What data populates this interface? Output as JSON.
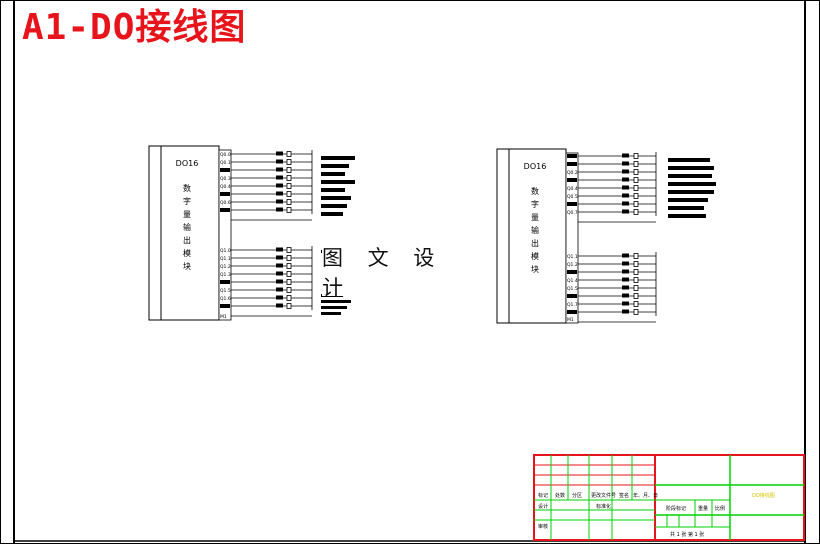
{
  "title": "A1-DO接线图",
  "watermark": "图 文 设 计",
  "colors": {
    "title": "#e8141b",
    "titleblock_red": "#e8141b",
    "titleblock_green": "#00d200",
    "accent_yellow": "#d8c400"
  },
  "modules": [
    {
      "id": "module-left",
      "label": "DO16",
      "description": [
        "数",
        "字",
        "量",
        "输",
        "出",
        "模",
        "块"
      ],
      "group1_labels": [
        "Q0.0",
        "Q0.1",
        "",
        "Q0.3",
        "Q0.4",
        "",
        "Q0.6",
        ""
      ],
      "group2_labels": [
        "Q1.0",
        "Q1.1",
        "Q1.2",
        "Q1.3",
        "",
        "Q1.5",
        "Q1.6",
        ""
      ],
      "ground_label": "M1"
    },
    {
      "id": "module-right",
      "label": "DO16",
      "description": [
        "数",
        "字",
        "量",
        "输",
        "出",
        "模",
        "块"
      ],
      "group1_labels": [
        "",
        "",
        "Q0.2",
        "",
        "Q0.4",
        "Q0.5",
        "",
        "Q0.7"
      ],
      "group2_labels": [
        "Q1.1",
        "Q1.2",
        "",
        "Q1.4",
        "Q1.5",
        "",
        "Q1.7",
        ""
      ],
      "ground_label": "M1"
    }
  ],
  "title_block": {
    "row_labels": [
      "标记",
      "处数",
      "分区",
      "更改文件号",
      "签名",
      "年、月、日"
    ],
    "design_label": "设计",
    "standard_label": "标准化",
    "review_label": "审核",
    "stage_label": "阶段标记",
    "weight_label": "重量",
    "scale_label": "比例",
    "sheet_info": "共 1 张   第 1 张",
    "drawing_name": "DO接线图"
  }
}
